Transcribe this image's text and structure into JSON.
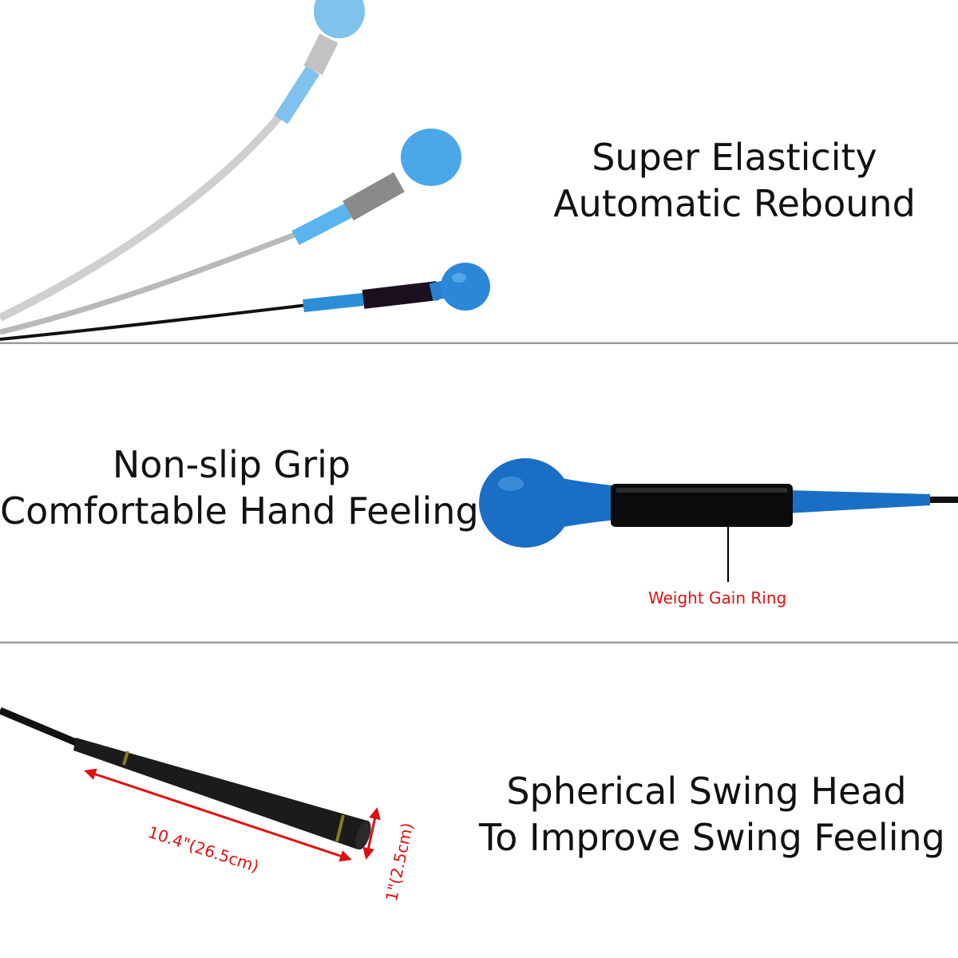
{
  "panels": {
    "elasticity": {
      "line1": "Super Elasticity",
      "line2": "Automatic Rebound"
    },
    "grip": {
      "line1": "Non-slip Grip",
      "line2": "Comfortable Hand Feeling",
      "callout": "Weight Gain Ring"
    },
    "head": {
      "line1": "Spherical Swing Head",
      "line2": "To Improve Swing Feeling",
      "length_label": "10.4\"(26.5cm)",
      "diameter_label": "1\"(2.5cm)"
    }
  },
  "colors": {
    "ball_blue": "#1a6fc4",
    "faded_blue": "#4aa8e8",
    "shaft_black": "#111111",
    "divider_gray": "#9a9a9a",
    "annotation_red": "#e01010"
  }
}
